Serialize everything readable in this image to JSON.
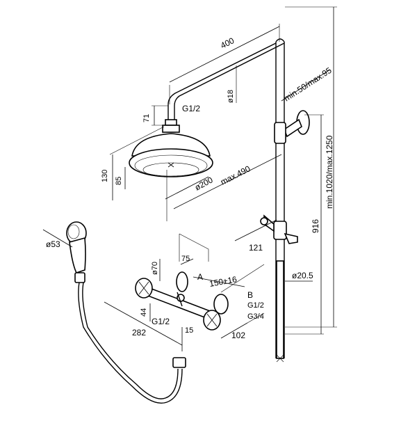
{
  "labels": {
    "arm_length": "400",
    "arm_diameter": "ø18",
    "head_height_top": "71",
    "head_thread": "G1/2",
    "head_total_height": "130",
    "head_body_height": "85",
    "head_diameter": "ø200",
    "head_reach": "max.490",
    "wall_offset": "min.50/max.95",
    "column_height": "min.1020/max.1250",
    "bracket_height": "916",
    "slider_depth": "121",
    "pipe_diameter": "ø20.5",
    "handshower_diameter": "ø53",
    "rosette_diameter": "ø70",
    "inlet_depth": "75",
    "centers": "150±16",
    "point_a": "A",
    "point_b": "B",
    "outlet_thread_1": "G1/2",
    "outlet_thread_2": "G3/4",
    "inlet_thread": "G1/2",
    "mixer_width": "282",
    "mixer_height": "44",
    "outlet_offset": "15",
    "mixer_depth": "102"
  }
}
